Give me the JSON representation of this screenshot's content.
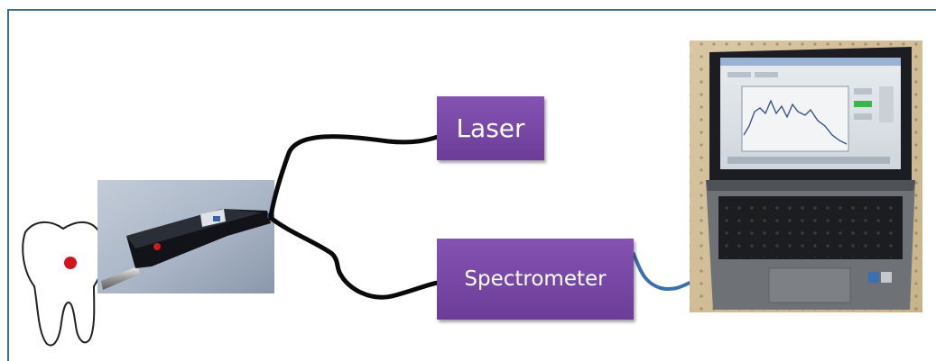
{
  "diagram": {
    "nodes": {
      "laser": {
        "label": "Laser",
        "color": "#7a48a8"
      },
      "spectrometer": {
        "label": "Spectrometer",
        "color": "#7a48a8"
      }
    },
    "illustrations": [
      "tooth-icon",
      "fiber-optic-probe-photo",
      "laptop-photo"
    ],
    "connections": [
      {
        "from": "fiber-optic-probe-photo",
        "to": "laser",
        "color": "#0a0a0a"
      },
      {
        "from": "fiber-optic-probe-photo",
        "to": "spectrometer",
        "color": "#0a0a0a"
      },
      {
        "from": "spectrometer",
        "to": "laptop-photo",
        "color": "#3a6fb0"
      }
    ]
  }
}
